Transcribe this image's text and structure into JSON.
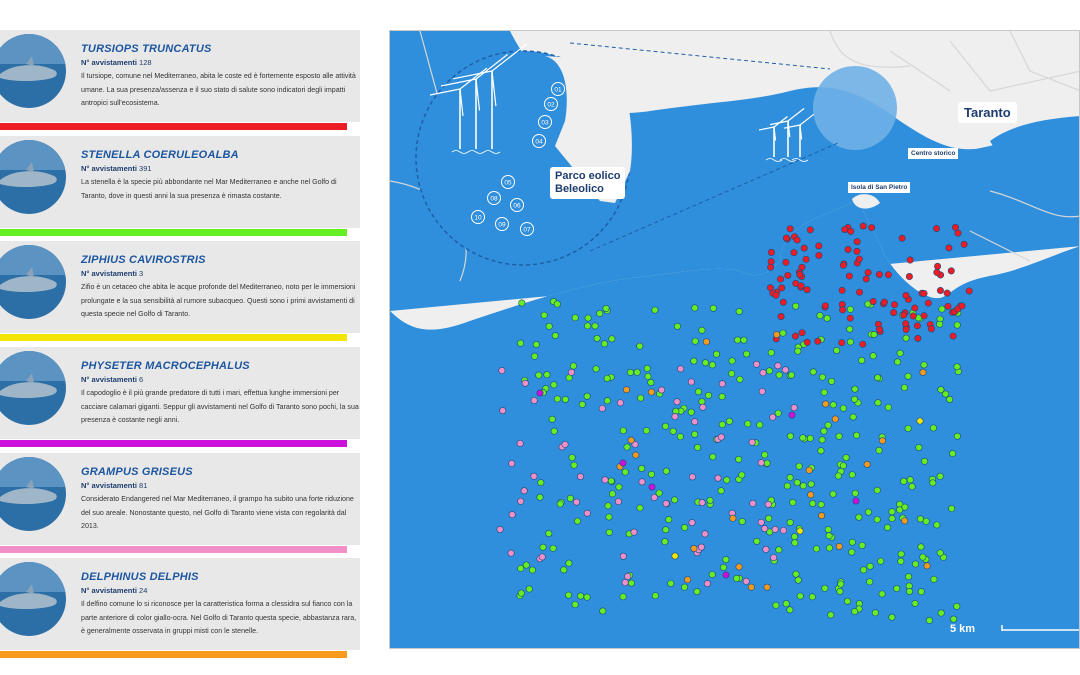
{
  "species": [
    {
      "name": "TURSIOPS TRUNCATUS",
      "count_label": "N° avvistamenti",
      "count": "128",
      "desc": "Il tursiope, comune nel Mediterraneo, abita le coste ed è fortemente esposto alle attività umane. La sua presenza/assenza e il suo stato di salute sono indicatori degli impatti antropici sull'ecosistema.",
      "color": "#ee1c25"
    },
    {
      "name": "STENELLA COERULEOALBA",
      "count_label": "N° avvistamenti",
      "count": "391",
      "desc": "La stenella è la specie più abbondante nel Mar Mediterraneo e anche nel Golfo di Taranto, dove in questi anni la sua presenza è rimasta costante.",
      "color": "#66ee22"
    },
    {
      "name": "ZIPHIUS CAVIROSTRIS",
      "count_label": "N° avvistamenti",
      "count": "3",
      "desc": "Zifio è un cetaceo che abita le acque profonde del Mediterraneo, noto per le immersioni prolungate e la sua sensibilità al rumore subacqueo. Questi sono i primi avvistamenti di questa specie nel Golfo di Taranto.",
      "color": "#f2e600"
    },
    {
      "name": "PHYSETER MACROCEPHALUS",
      "count_label": "N° avvistamenti",
      "count": "6",
      "desc": "Il capodoglio è il più grande predatore di tutti i mari, effettua lunghe immersioni per cacciare calamari giganti. Seppur gli avvistamenti nel Golfo di Taranto sono pochi, la sua presenza è costante negli anni.",
      "color": "#cc11dd"
    },
    {
      "name": "GRAMPUS GRISEUS",
      "count_label": "N° avvistamenti",
      "count": "81",
      "desc": "Considerato Endangered nel Mar Mediterraneo, il grampo ha subito una forte riduzione del suo areale. Nonostante questo, nel Golfo di Taranto viene vista con regolarità dal 2013.",
      "color": "#f08fc8"
    },
    {
      "name": "DELPHINUS DELPHIS",
      "count_label": "N° avvistamenti",
      "count": "24",
      "desc": "Il delfino comune lo si riconosce per la caratteristica forma a clessidra sul fianco con la parte anteriore di color giallo-ocra. Nel Golfo di Taranto questa specie, abbastanza rara, è generalmente osservata in gruppi misti con le stenelle.",
      "color": "#f79a1e"
    }
  ],
  "map": {
    "city_label": "Taranto",
    "centro_label": "Centro storico",
    "isola_label": "Isola di San Pietro",
    "parco_line1": "Parco eolico",
    "parco_line2": "Beleolico",
    "scale_label": "5 km",
    "turbine_ids": [
      "01",
      "02",
      "03",
      "04",
      "05",
      "06",
      "07",
      "08",
      "09",
      "10"
    ],
    "sea_color": "#2f8fdc",
    "land_color": "#efefef"
  }
}
